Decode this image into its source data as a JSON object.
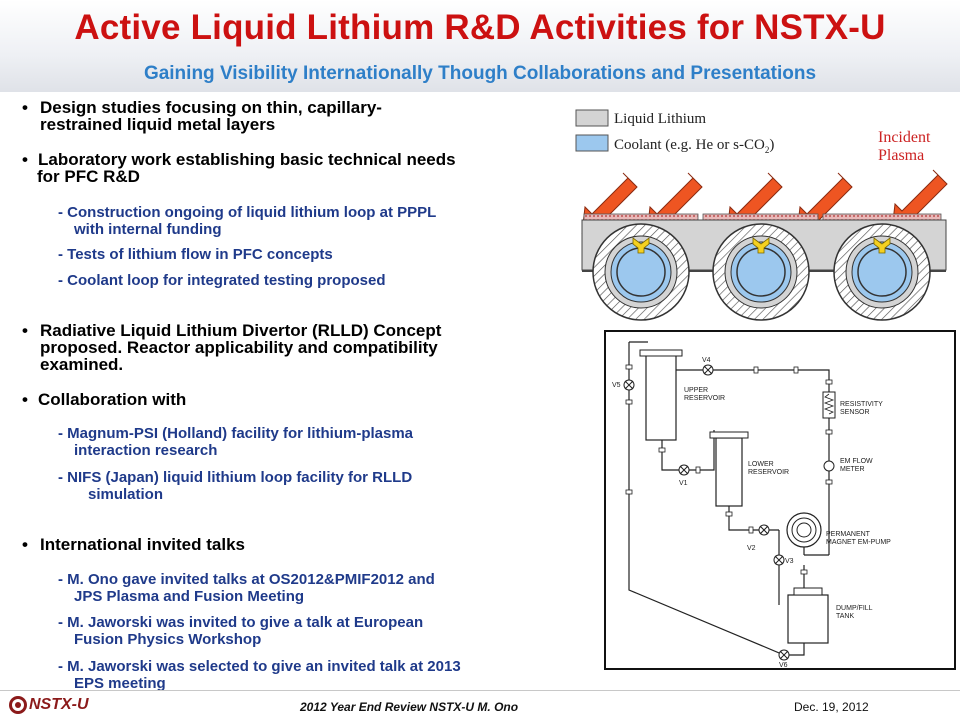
{
  "slide": {
    "title": "Active Liquid Lithium R&D Activities for NSTX-U",
    "subtitle": "Gaining Visibility Internationally Though Collaborations and Presentations"
  },
  "bullets": {
    "b1_line1": "Design studies focusing on thin, capillary-",
    "b1_line2": "restrained liquid metal layers",
    "b2_line1": "Laboratory work establishing basic technical needs",
    "b2_line2": "for PFC R&D",
    "b2_sub1_line1": "-  Construction ongoing of liquid lithium loop at PPPL",
    "b2_sub1_line2": "with internal funding",
    "b2_sub2": "-  Tests of lithium flow in PFC concepts",
    "b2_sub3": "-     Coolant loop for integrated testing proposed",
    "b3_line1": "Radiative Liquid Lithium Divertor (RLLD) Concept",
    "b3_line2": "proposed.  Reactor applicability and compatibility",
    "b3_line3": "examined.",
    "b4_line1": "Collaboration with",
    "b4_sub1_line1": "-  Magnum-PSI (Holland) facility for lithium-plasma",
    "b4_sub1_line2": "interaction research",
    "b4_sub2_line1": "-     NIFS (Japan) liquid lithium loop facility for RLLD",
    "b4_sub2_line2": "simulation",
    "b5_line1": "International invited talks",
    "b5_sub1_line1": "-  M. Ono gave invited talks at OS2012&PMIF2012 and",
    "b5_sub1_line2": "JPS Plasma and Fusion Meeting",
    "b5_sub2_line1": "-  M. Jaworski was invited to give a talk at European",
    "b5_sub2_line2": "Fusion Physics Workshop",
    "b5_sub3_line1": "-  M. Jaworski was selected to give an invited talk at 2013",
    "b5_sub3_line2": "EPS meeting"
  },
  "figure_top": {
    "legend_li": "Liquid Lithium",
    "legend_coolant": "Coolant (e.g. He or s-CO",
    "legend_coolant_sub": "2",
    "legend_coolant_end": ")",
    "incident_line1": "Incident",
    "incident_line2": "Plasma"
  },
  "figure_schematic": {
    "v4": "V4",
    "v5": "V5",
    "v1": "V1",
    "v2": "V2",
    "v3": "V3",
    "v6": "V6",
    "upper_res_1": "UPPER",
    "upper_res_2": "RESERVOIR",
    "lower_res_1": "LOWER",
    "lower_res_2": "RESERVOIR",
    "resistivity_1": "RESISTIVITY",
    "resistivity_2": "SENSOR",
    "em_flow_1": "EM FLOW",
    "em_flow_2": "METER",
    "pump_1": "PERMANENT",
    "pump_2": "MAGNET EM-PUMP",
    "dump_1": "DUMP/FILL",
    "dump_2": "TANK"
  },
  "footer": {
    "logo_text": "NSTX-U",
    "center": "2012 Year End Review NSTX-U M. Ono",
    "date": "Dec. 19, 2012"
  },
  "colors": {
    "title": "#cc1111",
    "subtitle": "#2e7fc8",
    "sub_bullet": "#1f3a8a",
    "incident": "#cc2222",
    "arrow": "#ee5522",
    "coolant": "#9cc8ee",
    "lithium": "#d4d4d4"
  }
}
